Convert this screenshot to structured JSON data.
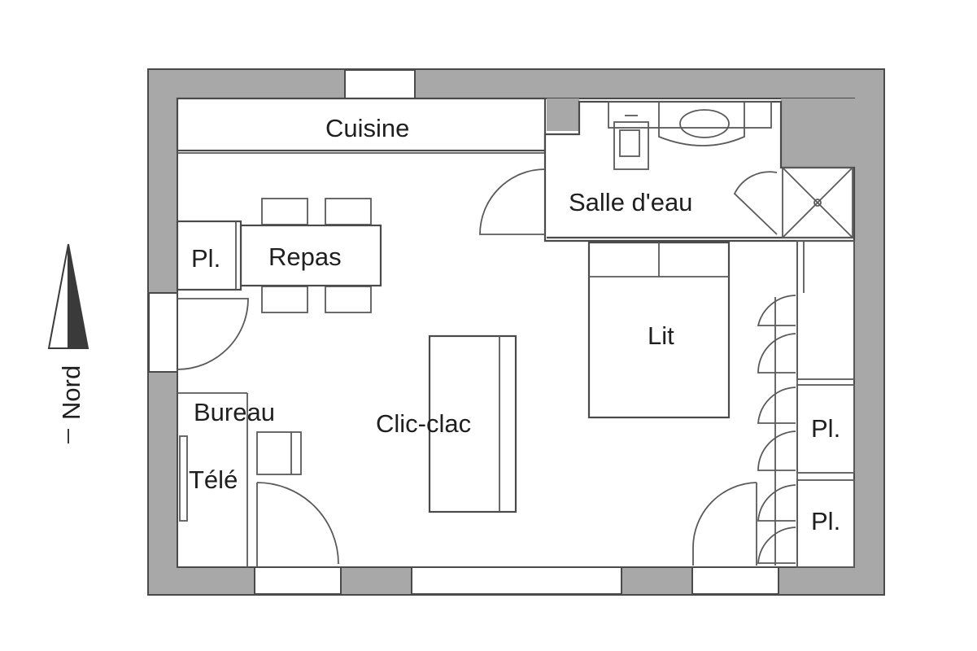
{
  "rooms": {
    "cuisine": "Cuisine",
    "salle_deau": "Salle d'eau",
    "repas": "Repas",
    "lit": "Lit",
    "clic_clac": "Clic-clac",
    "bureau": "Bureau",
    "tele": "Télé",
    "placard_1": "Pl.",
    "placard_2": "Pl.",
    "placard_3": "Pl."
  },
  "compass": {
    "label": "Nord"
  },
  "colors": {
    "wall": "#a8a8a8",
    "line": "#4a4a4a",
    "arrow_dark": "#3a3a3a"
  }
}
